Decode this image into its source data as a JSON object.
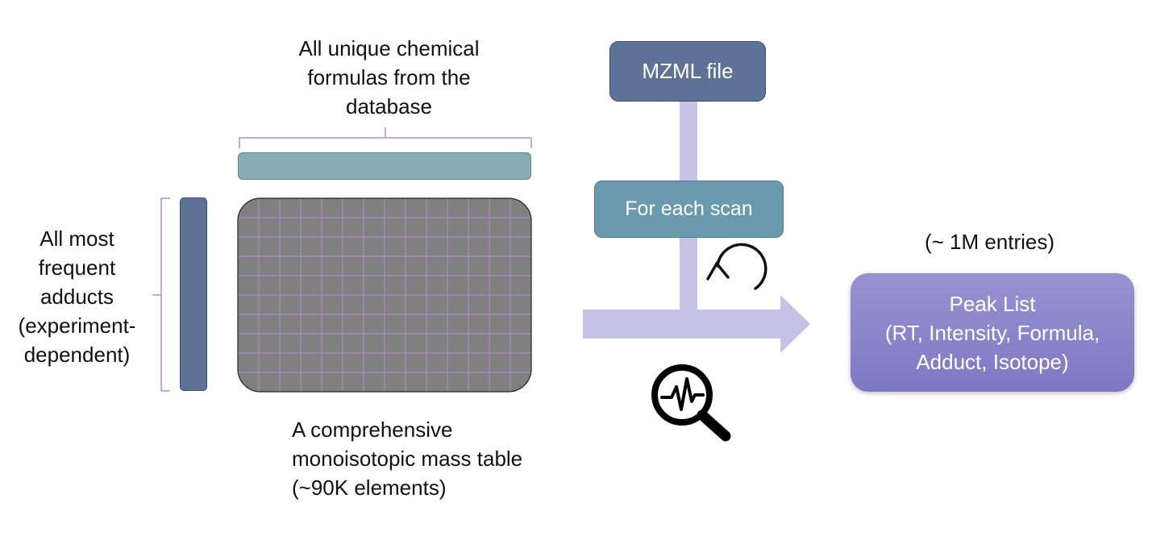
{
  "labels": {
    "formulas": [
      "All unique chemical",
      "formulas from the",
      "database"
    ],
    "adducts": [
      "All most",
      "frequent",
      "adducts",
      "(experiment-",
      "dependent)"
    ],
    "table": [
      "A comprehensive",
      "monoisotopic mass table",
      "(~90K elements)"
    ],
    "entries": "(~ 1M entries)"
  },
  "boxes": {
    "mzml": "MZML file",
    "scan": "For each scan",
    "peak_list": [
      "Peak List",
      "(RT, Intensity, Formula,",
      "Adduct, Isotope)"
    ]
  },
  "icons": [
    "loop-arrow-icon",
    "magnifier-signal-icon"
  ],
  "colors": {
    "mass_table": "#808080",
    "grid_lines": "#b58bd6",
    "bracket": "#b58bd6",
    "formula_bar": "#87adb5",
    "adduct_bar": "#5e7196",
    "mzml_box": "#5e7196",
    "scan_box": "#6a9aae",
    "peak_list": "#8b86cb",
    "flow_arrow": "#c5c3e5"
  }
}
